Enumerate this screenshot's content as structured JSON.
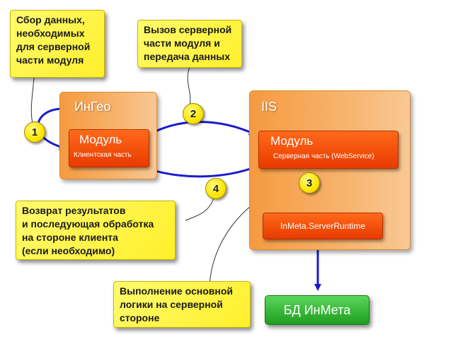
{
  "notes": {
    "collect": [
      "Сбор данных,",
      "необходимых",
      "для серверной",
      "части модуля"
    ],
    "call": [
      "Вызов серверной",
      "части модуля и",
      "передача данных"
    ],
    "return": [
      "Возврат результатов",
      "и последующая обработка",
      "на стороне клиента",
      "(если необходимо)"
    ],
    "logic": [
      "Выполнение основной",
      "логики на серверной",
      "стороне"
    ]
  },
  "client": {
    "title": "ИнГео",
    "module_name": "Модуль",
    "module_sub": "Клиентская часть"
  },
  "server": {
    "title": "IIS",
    "module_name": "Модуль",
    "module_sub": "Серверная часть (WebService)",
    "runtime": "InMeta.ServerRuntime"
  },
  "database": "БД ИнМета",
  "steps": [
    "1",
    "2",
    "3",
    "4"
  ],
  "colors": {
    "note": "#ffef2a",
    "container": "#f7b46e",
    "module": "#ff5a10",
    "database": "#2fb52f",
    "arrow": "#1a1acc"
  }
}
